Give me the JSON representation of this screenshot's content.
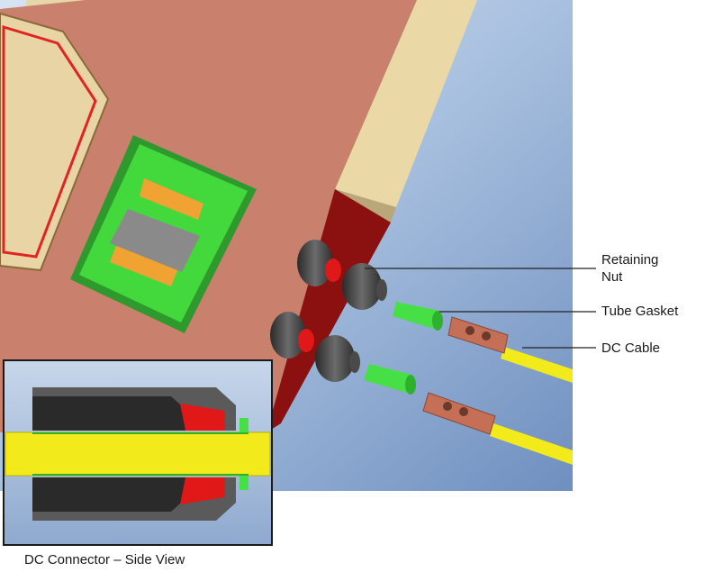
{
  "labels": {
    "retaining_nut_line1": "Retaining",
    "retaining_nut_line2": "Nut",
    "tube_gasket": "Tube Gasket",
    "dc_cable": "DC Cable",
    "inset_caption": "DC Connector – Side View"
  },
  "colors": {
    "background_gradient_top": "#c9dbee",
    "background_gradient_bottom": "#7f9cc6",
    "panel_body": "#c8806c",
    "panel_edge": "#e8d7a6",
    "junction_box_green": "#38d23a",
    "terminal_orange": "#f0a232",
    "gland_dark": "#3a3a3a",
    "gland_red_seal": "#e01818",
    "gasket_green": "#46e046",
    "cable_yellow": "#f2ea1a",
    "lug_copper": "#c46f56"
  }
}
